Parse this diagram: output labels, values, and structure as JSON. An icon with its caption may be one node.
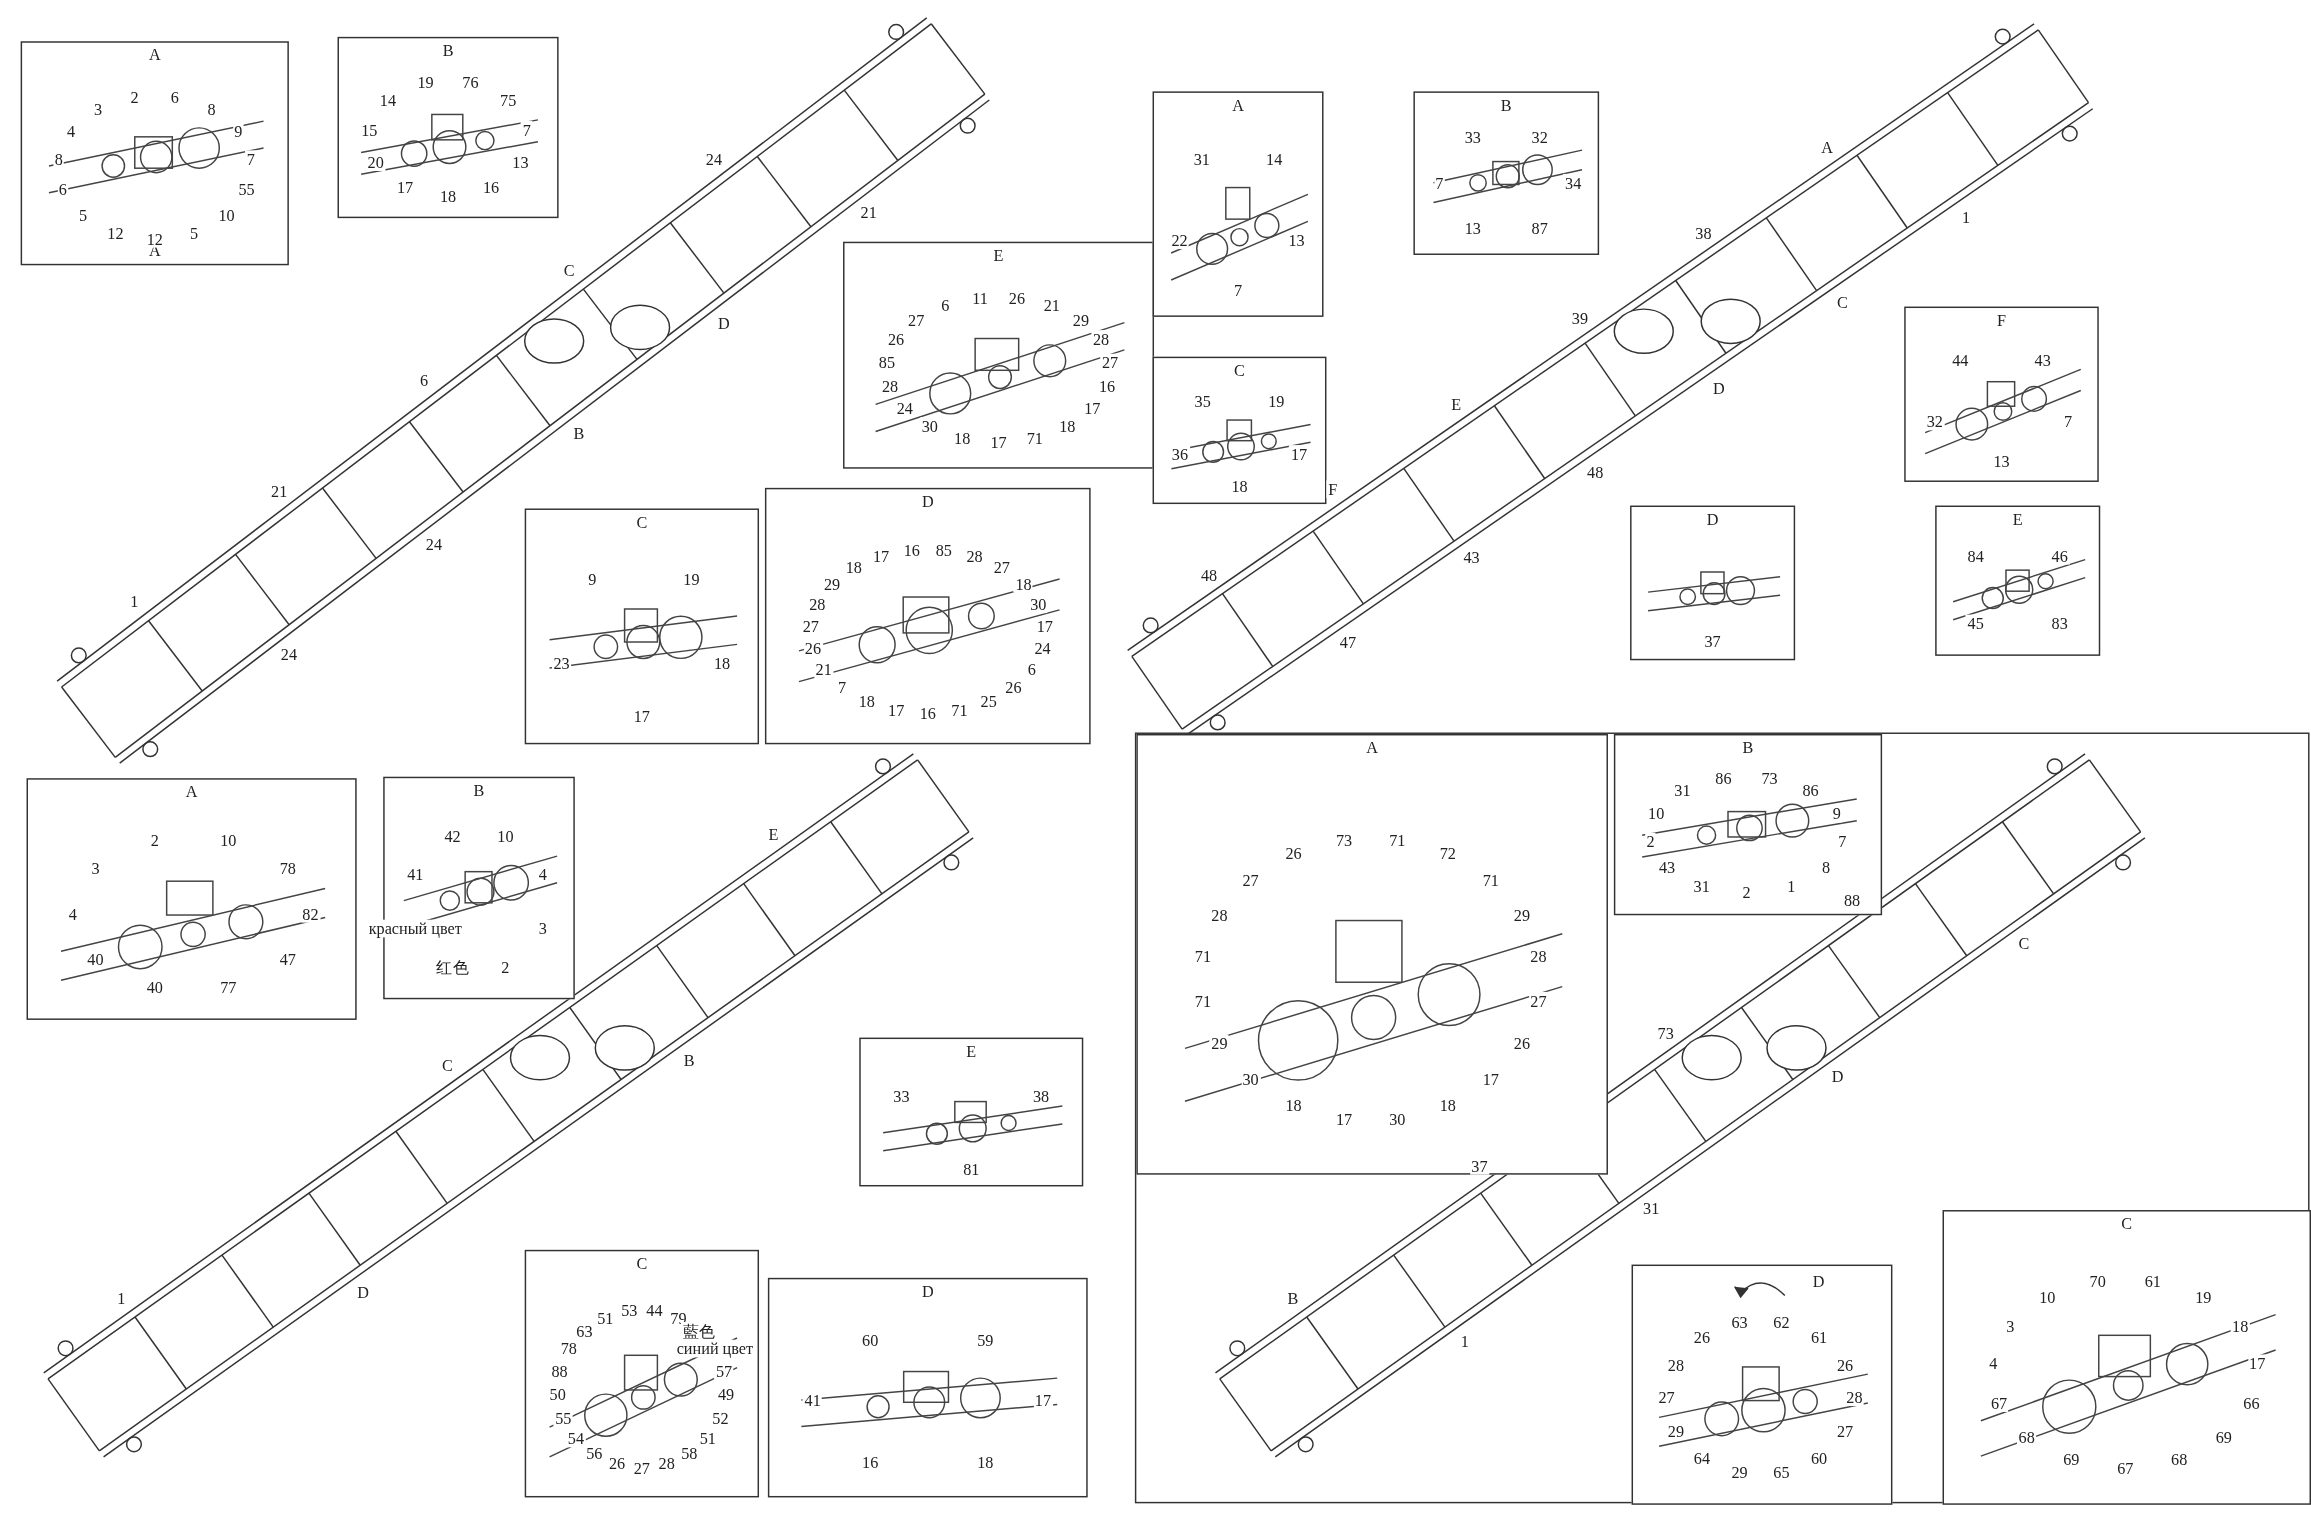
{
  "diagram": {
    "nodes": [
      {
        "text": [
          "A",
          "A"
        ]
      },
      {
        "text": [
          "B"
        ]
      },
      {
        "text": [
          "E"
        ]
      },
      {
        "text": [
          "C"
        ]
      },
      {
        "text": [
          "D"
        ]
      },
      {
        "text": [
          "A"
        ]
      },
      {
        "text": [
          "B"
        ]
      },
      {
        "text": [
          "C"
        ]
      },
      {
        "text": [
          "F"
        ]
      },
      {
        "text": [
          "D"
        ]
      },
      {
        "text": [
          "E"
        ]
      },
      {
        "text": [
          "A"
        ]
      },
      {
        "text": [
          "B"
        ]
      },
      {
        "text": [
          "E"
        ]
      },
      {
        "text": [
          "C"
        ]
      },
      {
        "text": [
          "D"
        ]
      },
      {
        "text": [],
        "shape": "box"
      },
      {
        "text": [
          "A"
        ],
        "in": 16
      },
      {
        "text": [
          "B"
        ],
        "in": 16
      },
      {
        "text": [
          "D"
        ],
        "in": 16
      },
      {
        "text": [
          "C"
        ],
        "in": 16
      }
    ],
    "labels": [
      "6",
      "8",
      "9",
      "7",
      "55",
      "10",
      "5",
      "12",
      "12",
      "5",
      "6",
      "8",
      "4",
      "3",
      "2",
      "76",
      "75",
      "7",
      "13",
      "16",
      "18",
      "17",
      "20",
      "15",
      "14",
      "19",
      "26",
      "21",
      "29",
      "28",
      "27",
      "16",
      "17",
      "18",
      "71",
      "17",
      "18",
      "30",
      "24",
      "28",
      "85",
      "26",
      "27",
      "6",
      "11",
      "19",
      "18",
      "17",
      "23",
      "9",
      "85",
      "28",
      "27",
      "18",
      "30",
      "17",
      "24",
      "6",
      "26",
      "25",
      "71",
      "16",
      "17",
      "18",
      "7",
      "21",
      "26",
      "27",
      "28",
      "29",
      "18",
      "17",
      "16",
      "1",
      "24",
      "21",
      "24",
      "6",
      "B",
      "C",
      "D",
      "24",
      "21",
      "14",
      "13",
      "7",
      "22",
      "31",
      "32",
      "34",
      "87",
      "13",
      "7",
      "33",
      "19",
      "17",
      "18",
      "36",
      "35",
      "43",
      "7",
      "13",
      "32",
      "44",
      "37",
      "46",
      "83",
      "45",
      "84",
      "48",
      "47",
      "F",
      "43",
      "E",
      "48",
      "39",
      "D",
      "38",
      "C",
      "A",
      "1",
      "10",
      "78",
      "82",
      "47",
      "77",
      "40",
      "40",
      "4",
      "3",
      "2",
      "10",
      "4",
      "3",
      "2",
      "红色",
      "красный цвет",
      "41",
      "42",
      "1",
      "D",
      "C",
      "B",
      "E",
      "38",
      "81",
      "33",
      "44",
      "79",
      "藍色",
      "синий цвет",
      "57",
      "49",
      "52",
      "51",
      "58",
      "28",
      "27",
      "26",
      "56",
      "54",
      "55",
      "50",
      "88",
      "78",
      "63",
      "51",
      "53",
      "59",
      "17",
      "18",
      "16",
      "41",
      "60",
      "71",
      "72",
      "71",
      "29",
      "28",
      "27",
      "26",
      "17",
      "18",
      "30",
      "17",
      "18",
      "30",
      "29",
      "71",
      "71",
      "28",
      "27",
      "26",
      "73",
      "73",
      "86",
      "9",
      "7",
      "8",
      "1",
      "2",
      "31",
      "43",
      "2",
      "10",
      "31",
      "86",
      "B",
      "1",
      "37",
      "31",
      "73",
      "D",
      "88",
      "C",
      "62",
      "61",
      "26",
      "28",
      "27",
      "60",
      "65",
      "29",
      "64",
      "29",
      "27",
      "28",
      "26",
      "63",
      "61",
      "19",
      "18",
      "17",
      "66",
      "69",
      "68",
      "67",
      "69",
      "68",
      "67",
      "4",
      "3",
      "10",
      "70"
    ]
  }
}
